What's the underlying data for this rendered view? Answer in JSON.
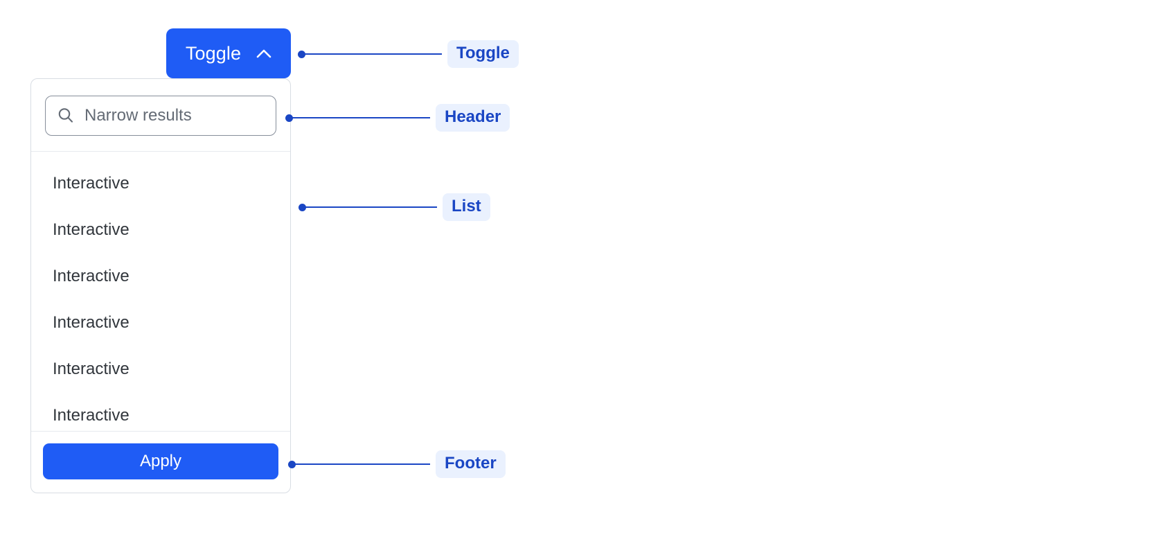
{
  "toggle": {
    "label": "Toggle",
    "icon": "chevron-up-icon",
    "expanded": true,
    "background_color": "#1f5cf5",
    "text_color": "#ffffff"
  },
  "dropdown": {
    "header": {
      "search": {
        "placeholder": "Narrow results",
        "value": "",
        "icon": "search-icon"
      }
    },
    "list": {
      "items": [
        {
          "label": "Interactive"
        },
        {
          "label": "Interactive"
        },
        {
          "label": "Interactive"
        },
        {
          "label": "Interactive"
        },
        {
          "label": "Interactive"
        },
        {
          "label": "Interactive"
        }
      ]
    },
    "footer": {
      "apply_label": "Apply",
      "apply_background_color": "#1f5cf5",
      "apply_text_color": "#ffffff"
    },
    "border_color": "#d8dde3",
    "divider_color": "#e7eaee"
  },
  "annotations": {
    "accent_color": "#1a46c4",
    "badge_background_color": "#eaf1fe",
    "items": [
      {
        "label": "Toggle",
        "line_width": 198
      },
      {
        "label": "Header",
        "line_width": 199
      },
      {
        "label": "List",
        "line_width": 190
      },
      {
        "label": "Footer",
        "line_width": 195
      }
    ]
  }
}
